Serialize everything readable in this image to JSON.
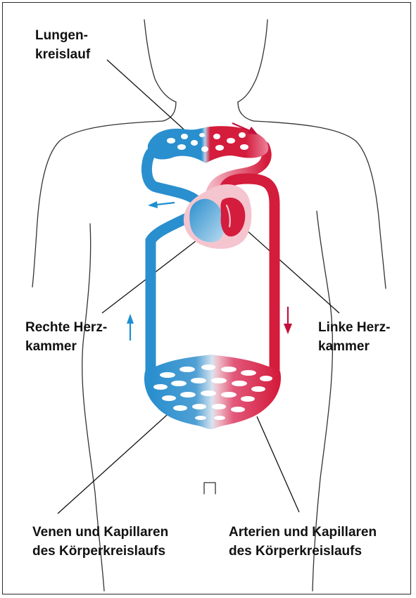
{
  "labels": {
    "pulmonary": "Lungen-\nkreislauf",
    "right_ventricle": "Rechte Herz-\nkammer",
    "left_ventricle": "Linke Herz-\nkammer",
    "veins": "Venen und Kapillaren\ndes Körperkreislaufs",
    "arteries": "Arterien und Kapillaren\ndes Körperkreislaufs"
  },
  "colors": {
    "venous_blue": "#2a8fce",
    "arterial_red": "#d41c3c",
    "pale_blue": "#b8d9ee",
    "pale_red": "#f4c5cf",
    "outline": "#333333",
    "arrow_blue": "#1f8fcf",
    "arrow_red": "#c4103c"
  },
  "flow_arrows": [
    "arrow-pulmonary-out",
    "arrow-pulmonary-in",
    "arrow-veins-up",
    "arrow-arteries-down"
  ]
}
